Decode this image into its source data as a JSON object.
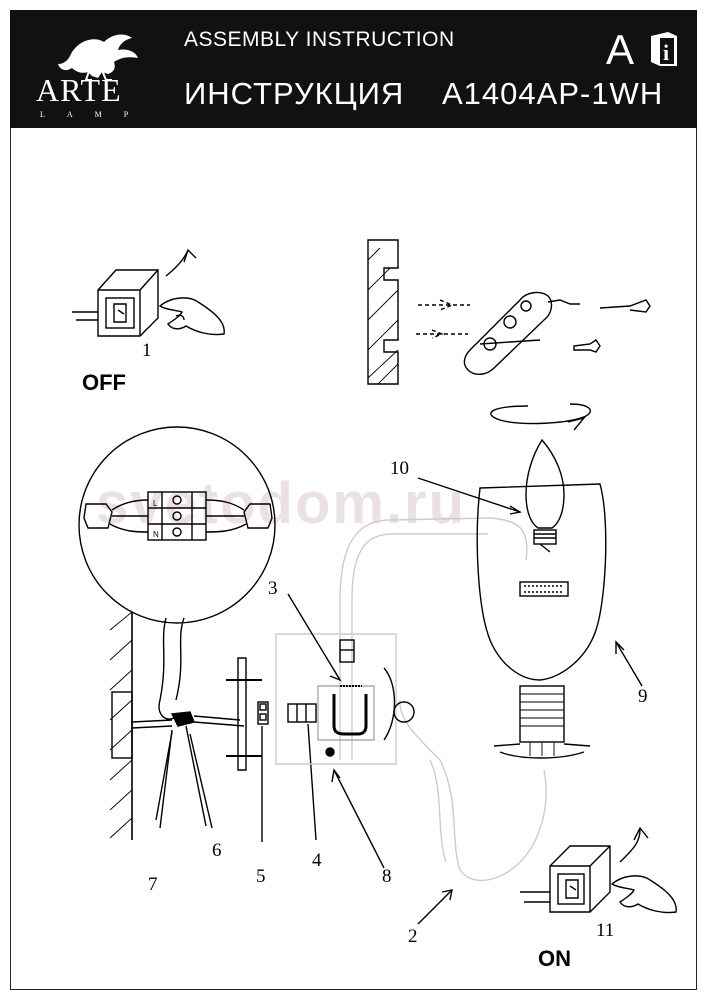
{
  "header": {
    "brand": "ARTE",
    "brand_sub": "LAMP",
    "title_en": "ASSEMBLY INSTRUCTION",
    "title_ru": "ИНСТРУКЦИЯ",
    "model": "A1404AP-1WH",
    "lang_letter": "A"
  },
  "watermark": "svetodom.ru",
  "states": {
    "off": "OFF",
    "on": "ON"
  },
  "labels": {
    "l1": "1",
    "l2": "2",
    "l3": "3",
    "l4": "4",
    "l5": "5",
    "l6": "6",
    "l7": "7",
    "l8": "8",
    "l9": "9",
    "l10": "10",
    "l11": "11"
  },
  "terminal_letters": [
    "L",
    "N"
  ]
}
